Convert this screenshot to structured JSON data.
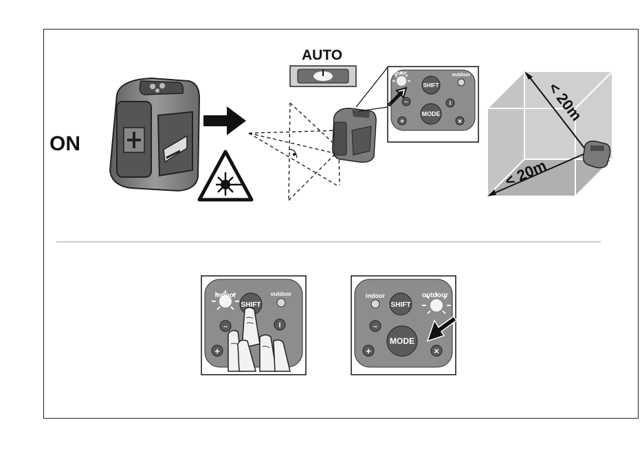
{
  "labels": {
    "on": "ON",
    "auto": "AUTO",
    "dist_vertical": "< 20m",
    "dist_horizontal": "< 20m"
  },
  "panel": {
    "indoor": "indoor",
    "outdoor": "outdoor",
    "shift": "SHIFT",
    "mode": "MODE",
    "minus": "–",
    "plus": "+",
    "one": "I",
    "cross": "×"
  },
  "colors": {
    "panel_gray": "#8d8d8d",
    "button_dark": "#5a5a5a",
    "device_gray": "#7a7a7a",
    "room_fill": "#b9b9b9",
    "line": "#111111"
  }
}
